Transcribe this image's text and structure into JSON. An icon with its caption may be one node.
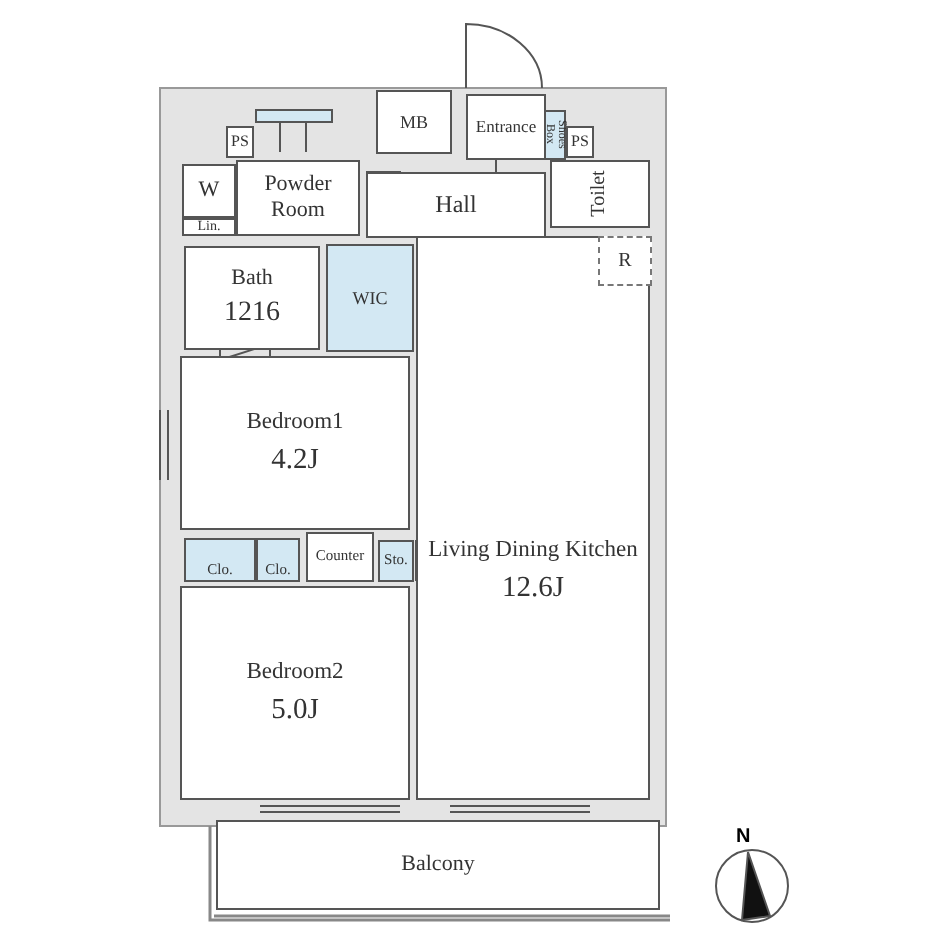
{
  "diagram": {
    "nodes": [
      {
        "text": [
          "PS"
        ]
      },
      {
        "text": [
          "Powder Room"
        ]
      },
      {
        "text": [
          "MB"
        ]
      },
      {
        "text": [
          "Entrance"
        ]
      },
      {
        "text": [
          "Shoes Box"
        ]
      },
      {
        "text": [
          "PS"
        ]
      },
      {
        "text": [
          "W"
        ]
      },
      {
        "text": [
          "Lin."
        ]
      },
      {
        "text": [
          "Hall"
        ]
      },
      {
        "text": [
          "Toilet"
        ]
      },
      {
        "text": [
          "R"
        ],
        "in": 19
      },
      {
        "text": [
          "Bath",
          "1216"
        ]
      },
      {
        "text": [
          "WIC"
        ]
      },
      {
        "text": [
          "Bedroom1",
          "4.2J"
        ]
      },
      {
        "text": [
          "Clo."
        ]
      },
      {
        "text": [
          "Clo."
        ]
      },
      {
        "text": [
          "Counter"
        ]
      },
      {
        "text": [
          "Sto."
        ]
      },
      {
        "text": [
          "Bedroom2",
          "5.0J"
        ]
      },
      {
        "text": [
          "Living Dining Kitchen",
          "12.6J"
        ]
      },
      {
        "text": [
          "Balcony"
        ]
      }
    ],
    "labels": [
      "N"
    ]
  }
}
